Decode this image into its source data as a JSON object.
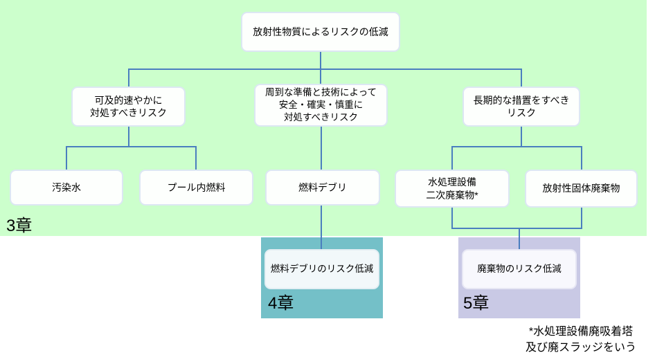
{
  "tree": {
    "root": "放射性物質によるリスクの低減",
    "categories": [
      "可及的速やかに\n対処すべきリスク",
      "周到な準備と技術によって\n安全・確実・慎重に\n対処すべきリスク",
      "長期的な措置をすべき\nリスク"
    ],
    "items": [
      "汚染水",
      "プール内燃料",
      "燃料デブリ",
      "水処理設備\n二次廃棄物*",
      "放射性固体廃棄物"
    ]
  },
  "chapters": {
    "ch3": {
      "label": "3章"
    },
    "ch4": {
      "label": "4章",
      "box": "燃料デブリのリスク低減"
    },
    "ch5": {
      "label": "5章",
      "box": "廃棄物のリスク低減"
    }
  },
  "footnote": {
    "text": "*水処理設備廃吸着塔\n及び廃スラッジをいう"
  },
  "colors": {
    "panel_green": "#ccffcc",
    "panel_teal": "#74c0c8",
    "panel_purple": "#c9c9e5",
    "connector_blue": "#4a7ebf",
    "node_border": "#dce7f3"
  }
}
